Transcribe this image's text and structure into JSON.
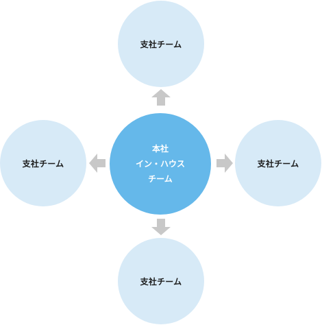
{
  "diagram": {
    "center": {
      "line1": "本社",
      "line2": "イン・ハウス",
      "line3": "チーム"
    },
    "branches": {
      "top": "支社チーム",
      "left": "支社チーム",
      "right": "支社チーム",
      "bottom": "支社チーム"
    },
    "colors": {
      "center_fill": "#65b8ea",
      "branch_fill": "#d7eaf7",
      "arrow_fill": "#c8c8c8",
      "center_text": "#ffffff",
      "branch_text": "#1a1a1a"
    }
  }
}
